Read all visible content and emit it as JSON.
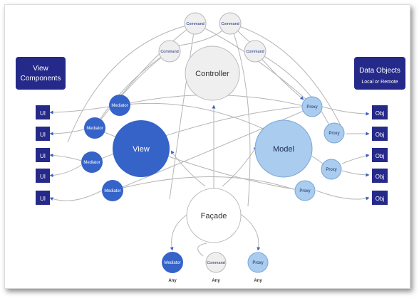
{
  "diagram": {
    "colors": {
      "box_navy": "#25298a",
      "core_blue": "#3563c8",
      "light_blue": "#a9ccef",
      "circle_gray": "#efefef",
      "border_gray": "#b8b8b8",
      "line_gray": "#b5b5b5",
      "arrow_blue": "#3a5fc0"
    },
    "left_header": [
      "View",
      "Components"
    ],
    "right_header": {
      "lines": [
        "Data Objects"
      ],
      "sub": "Local or Remote"
    },
    "controller": "Controller",
    "view": "View",
    "model": "Model",
    "facade": "Façade",
    "command_label": "Command",
    "mediator_label": "Mediator",
    "proxy_label": "Proxy",
    "ui_label": "UI",
    "obj_label": "Obj",
    "any_label": "Any"
  }
}
